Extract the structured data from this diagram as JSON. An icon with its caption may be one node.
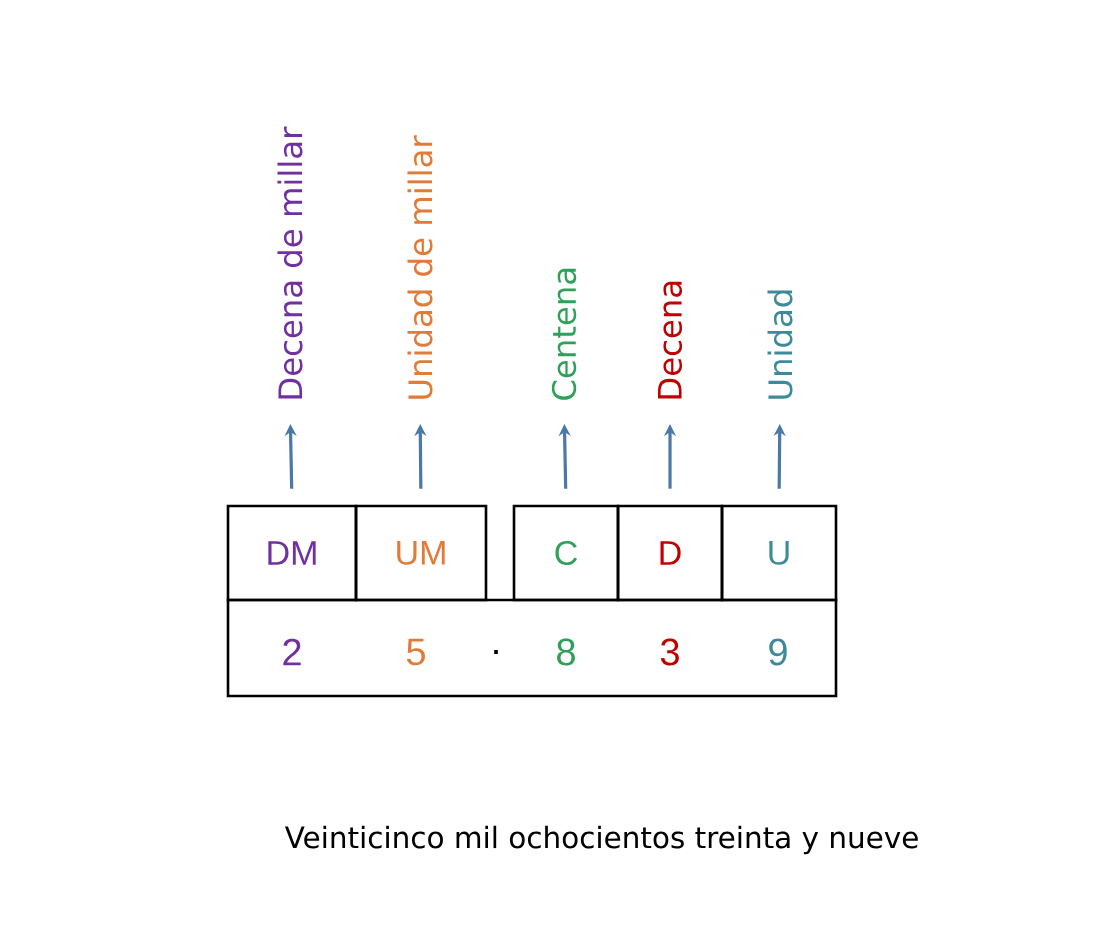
{
  "diagram": {
    "nodes": [
      {
        "text": [
          "DM"
        ]
      },
      {
        "text": [
          "UM"
        ]
      },
      {
        "text": [
          "C"
        ]
      },
      {
        "text": [
          "D"
        ]
      },
      {
        "text": [
          "U"
        ]
      },
      {
        "text": [
          "Decena de millar"
        ]
      },
      {
        "text": [
          "Unidad de millar"
        ]
      },
      {
        "text": [
          "Centena"
        ]
      },
      {
        "text": [
          "Decena"
        ]
      },
      {
        "text": [
          "Unidad"
        ]
      },
      {
        "text": [
          "2",
          "5",
          ".",
          "8",
          "3",
          "9"
        ]
      }
    ],
    "edges": [
      {
        "from": 0,
        "to": 5,
        "arrow": "to"
      },
      {
        "from": 1,
        "to": 6,
        "arrow": "to"
      },
      {
        "from": 2,
        "to": 7,
        "arrow": "to"
      },
      {
        "from": 3,
        "to": 8,
        "arrow": "to"
      },
      {
        "from": 4,
        "to": 9,
        "arrow": "to"
      }
    ],
    "caption": "Veinticinco mil ochocientos treinta y nueve"
  }
}
